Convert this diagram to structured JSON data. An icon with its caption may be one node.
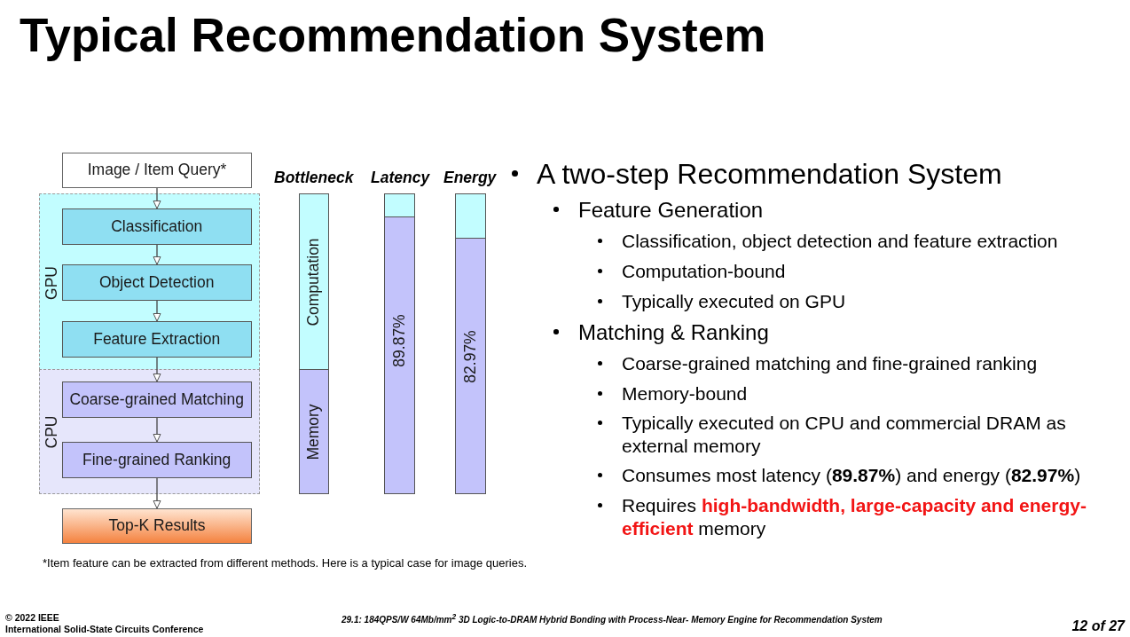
{
  "diagram": {
    "title": "Typical Recommendation System",
    "nodes": [
      {
        "text": [
          "Image / Item Query*"
        ]
      },
      {
        "text": [
          "GPU"
        ]
      },
      {
        "text": [
          "Classification"
        ],
        "in": 1
      },
      {
        "text": [
          "Object Detection"
        ],
        "in": 1
      },
      {
        "text": [
          "Feature Extraction"
        ],
        "in": 1
      },
      {
        "text": [
          "CPU"
        ]
      },
      {
        "text": [
          "Coarse-grained Matching"
        ],
        "in": 5
      },
      {
        "text": [
          "Fine-grained Ranking"
        ],
        "in": 5
      },
      {
        "text": [
          "Top-K Results"
        ]
      },
      {
        "text": [
          "Computation"
        ]
      },
      {
        "text": [
          "Memory"
        ]
      },
      {
        "text": [],
        "shape": "bar"
      },
      {
        "text": [
          "89.87%"
        ]
      },
      {
        "text": [],
        "shape": "bar"
      },
      {
        "text": [
          "82.97%"
        ]
      }
    ],
    "edges": [
      {
        "from": 0,
        "to": 2,
        "arrow": "to"
      },
      {
        "from": 2,
        "to": 3,
        "arrow": "to"
      },
      {
        "from": 3,
        "to": 4,
        "arrow": "to"
      },
      {
        "from": 4,
        "to": 6,
        "arrow": "to"
      },
      {
        "from": 6,
        "to": 7,
        "arrow": "to"
      },
      {
        "from": 7,
        "to": 8,
        "arrow": "to"
      }
    ],
    "labels": [
      "Bottleneck",
      "Latency",
      "Energy",
      "A two-step Recommendation System",
      "Feature Generation",
      "Classification, object detection and feature extraction",
      "Computation-bound",
      "Typically executed on GPU",
      "Matching & Ranking",
      "Coarse-grained matching and fine-grained ranking",
      "Memory-bound",
      "Typically executed on CPU and commercial DRAM as external memory",
      "Consumes most latency (**89.87%**) and energy (**82.97%**)",
      "Requires **high-bandwidth, large-capacity and energy-efficient** memory",
      "*Item feature can be extracted from different methods. Here is a typical case for image queries.",
      "© 2022 IEEE",
      "International Solid-State Circuits Conference",
      "29.1: 184QPS/W 64Mb/mm$^{2}$ 3D Logic-to-DRAM Hybrid Bonding with Process-Near- Memory Engine for Recommendation System",
      "12 of 27"
    ]
  }
}
